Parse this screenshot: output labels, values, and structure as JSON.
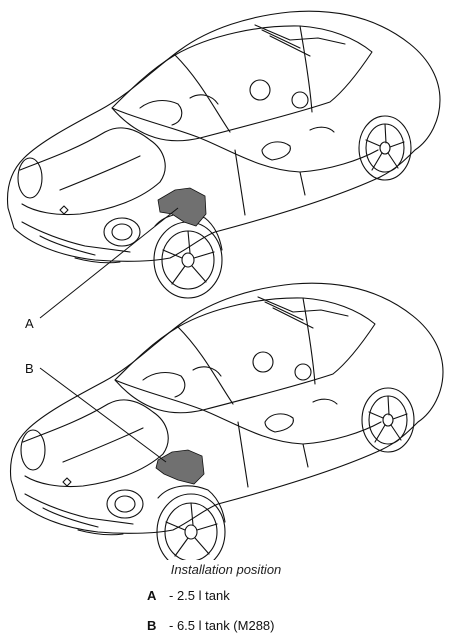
{
  "callouts": {
    "a": "A",
    "b": "B"
  },
  "caption": "Installation position",
  "legend": [
    {
      "key": "A",
      "text": "- 2.5 l tank"
    },
    {
      "key": "B",
      "text": "- 6.5 l tank (M288)"
    }
  ],
  "colors": {
    "line": "#111111",
    "tank_fill": "#707070",
    "background": "#ffffff"
  }
}
